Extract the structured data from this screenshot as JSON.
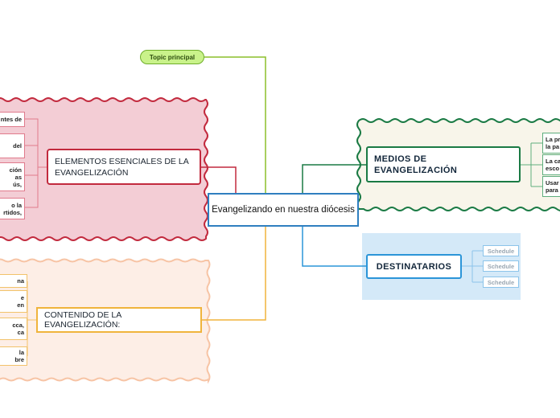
{
  "central": {
    "label": "Evangelizando en nuestra diócesis"
  },
  "topic": {
    "label": "Topic principal"
  },
  "elements": {
    "label": "ELEMENTOS ESENCIALES DE LA\nEVANGELIZACIÓN",
    "leaves": [
      "ntes de",
      "del",
      "ción\nas\nús,",
      "o la\nrtidos,"
    ]
  },
  "contenido": {
    "label": "CONTENIDO DE LA EVANGELIZACIÓN:",
    "leaves": [
      "na",
      "e\nen",
      "cca,\nca",
      "la\nbre"
    ]
  },
  "medios": {
    "label": "MEDIOS DE\nEVANGELIZACIÓN",
    "leaves": [
      "La pr\nla pa",
      "La ca\nesco",
      "Usar\npara"
    ]
  },
  "destinatarios": {
    "label": "DESTINATARIOS",
    "leaves": [
      "Schedule",
      "Schedule",
      "Schedule"
    ]
  },
  "colors": {
    "red_area": "#f3cdd5",
    "red_border": "#c22a3e",
    "orange_area": "#fdeee6",
    "orange_border": "#f7c4a5",
    "green_area": "#f8f5ea",
    "green_border": "#1a7a44",
    "blue_area": "#d4e9f8",
    "line_green": "#8cbf2a",
    "line_red": "#c22a3e",
    "line_orange": "#f0b43c",
    "line_darkgreen": "#1a7a44",
    "line_blue": "#2b95d8"
  }
}
